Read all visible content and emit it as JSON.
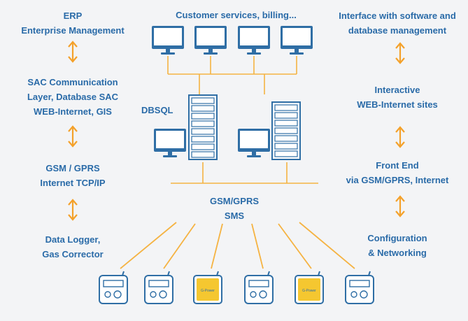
{
  "left_column": [
    [
      "ERP",
      "Enterprise Management"
    ],
    [
      "SAC Communication",
      "Layer, Database SAC",
      "WEB-Internet, GIS"
    ],
    [
      "GSM / GPRS",
      "Internet TCP/IP"
    ],
    [
      "Data Logger,",
      "Gas Corrector"
    ]
  ],
  "right_column": [
    [
      "Interface with software and",
      "database management"
    ],
    [
      "Interactive",
      "WEB-Internet sites"
    ],
    [
      "Front End",
      "via GSM/GPRS, Internet"
    ],
    [
      "Configuration",
      "& Networking"
    ]
  ],
  "center": {
    "customer_label": "Customer services, billing...",
    "db_label": "DBSQL",
    "network_label": [
      "GSM/GPRS",
      "SMS"
    ]
  },
  "device_screen_text": "G-Power",
  "colors": {
    "label_blue": "#2a6ba8",
    "line_orange": "#f5b342",
    "arrow_orange": "#f4a12a",
    "device_yellow": "#f5c730",
    "background": "#f3f4f6"
  }
}
